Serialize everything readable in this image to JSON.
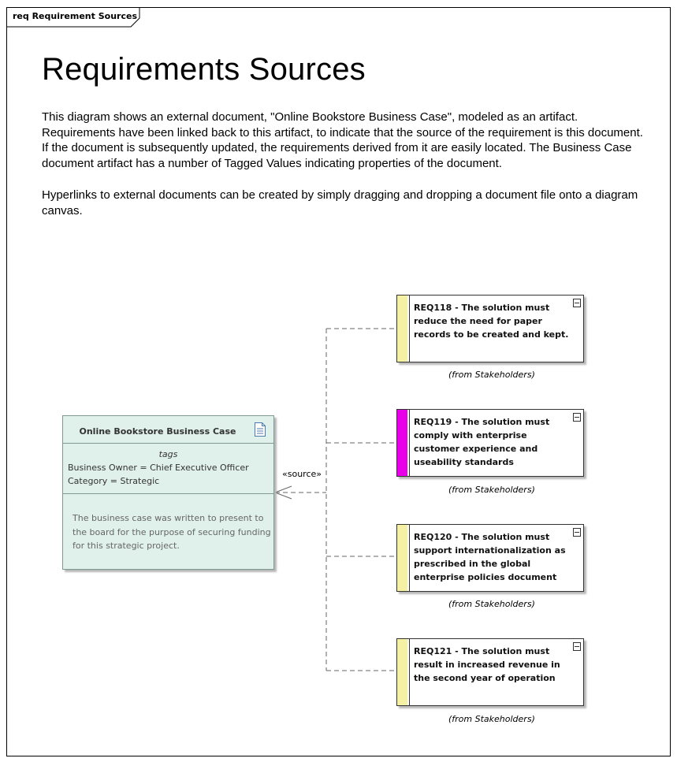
{
  "frame": {
    "label": "req Requirement Sources"
  },
  "title": "Requirements Sources",
  "description": {
    "paragraph1": "This diagram shows an external document, \"Online Bookstore Business Case\", modeled as an artifact.   Requirements have been linked back to this artifact, to indicate that the source of the requirement is this document.  If the document is subsequently updated, the requirements derived from it are easily located.  The Business Case document artifact has a number of Tagged Values indicating properties of the document.",
    "paragraph2": "Hyperlinks to external documents can be created by simply dragging and dropping a document file onto a diagram canvas."
  },
  "connector": {
    "stereotype": "«source»"
  },
  "artifact": {
    "name": "Online Bookstore Business Case",
    "icon": "document-icon",
    "tags_header": "tags",
    "tags": [
      "Business Owner = Chief Executive Officer",
      "Category = Strategic"
    ],
    "note": "The business case was written to present to the board for the purpose of securing funding for this strategic project.",
    "fill_color": "#e0f0ea"
  },
  "requirements": [
    {
      "text": "REQ118 - The solution must reduce the need for paper records to be created and kept.",
      "from": "(from Stakeholders)",
      "bar_color": "#f4f0a4"
    },
    {
      "text": "REQ119 - The solution must comply with enterprise customer experience and useability standards",
      "from": "(from Stakeholders)",
      "bar_color": "#e800e8"
    },
    {
      "text": "REQ120 - The solution must support internationalization as prescribed in the global enterprise policies document",
      "from": "(from Stakeholders)",
      "bar_color": "#f4f0a4"
    },
    {
      "text": "REQ121 - The solution must result in increased revenue in the second year of operation",
      "from": "(from Stakeholders)",
      "bar_color": "#f4f0a4"
    }
  ]
}
